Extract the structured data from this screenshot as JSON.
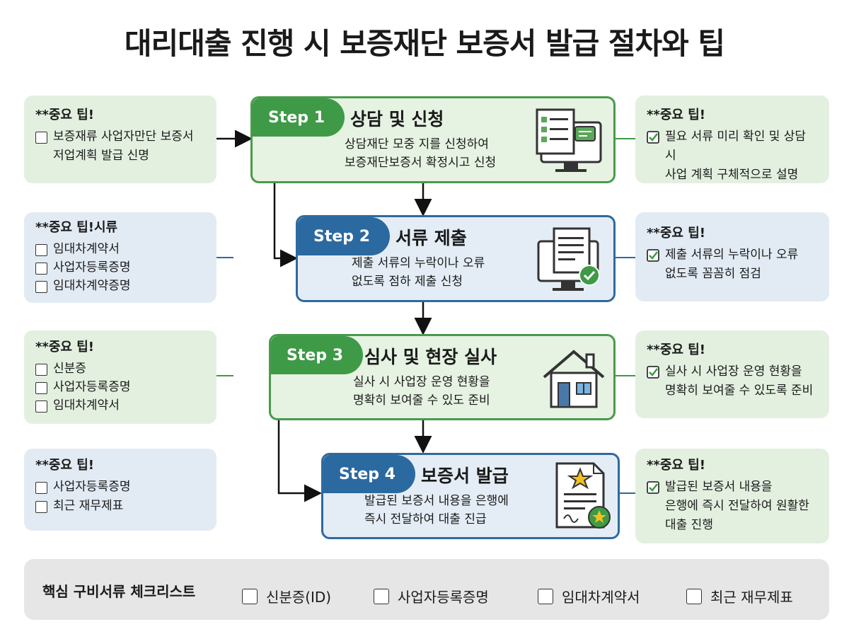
{
  "title": "대리대출 진행 시 보증재단 보증서 발급 절차와 팁",
  "colors": {
    "green_accent": "#3e9a46",
    "blue_accent": "#2b6aa0",
    "green_bg": "#e3f0e0",
    "blue_bg": "#e2ebf4"
  },
  "left_tips": [
    {
      "head": "**중요 팁!",
      "items": [
        "보증재류 사업자만단 보증서",
        "저업계획 발급 신명"
      ]
    },
    {
      "head": "**중요 팁!시류",
      "items": [
        "임대차계약서",
        "사업자등록증명",
        "임대차계약증명"
      ]
    },
    {
      "head": "**중요 팁!",
      "items": [
        "신분증",
        "사업자등록증명",
        "임대차계약서"
      ]
    },
    {
      "head": "**중요 팁!",
      "items": [
        "사업자등록증명",
        "최근 재무제표"
      ]
    }
  ],
  "steps": [
    {
      "badge": "Step 1",
      "title": "상담 및 신청",
      "desc1": "상담재단 모중 지를 신청하여",
      "desc2": "보증재단보증서 확정시고 신청",
      "icon": "computer-form-icon"
    },
    {
      "badge": "Step 2",
      "title": "서류 제출",
      "desc1": "제출 서류의 누락이나 오류",
      "desc2": "없도록 점하 제출 신청",
      "icon": "monitor-document-check-icon"
    },
    {
      "badge": "Step 3",
      "title": "심사 및 현장 실사",
      "desc1": "실사 시 사업장 운영 현황을",
      "desc2": "명확히 보여줄 수 있도 준비",
      "icon": "house-icon"
    },
    {
      "badge": "Step 4",
      "title": "보증서 발급",
      "desc1": "발급된 보증서 내용을 은행에",
      "desc2": "즉시 전달하여 대출 진급",
      "icon": "certificate-icon"
    }
  ],
  "right_tips": [
    {
      "head": "**중요 팁!",
      "line1": "필요 서류 미리 확인 및 상담 시",
      "line2": "사업 계획 구체적으로 설명"
    },
    {
      "head": "**중요 팁!",
      "line1": "제출 서류의 누락이나 오류",
      "line2": "없도록 꼼꼼히 점검"
    },
    {
      "head": "**중요 팁!",
      "line1": "실사 시 사업장 운영 현황을",
      "line2": "명확히 보여줄 수 있도록 준비"
    },
    {
      "head": "**중요 팁!",
      "line1": "발급된 보증서 내용을",
      "line2": "은행에 즉시 전달하여 원활한",
      "line3": "대출 진행"
    }
  ],
  "checklist": {
    "title": "핵심 구비서류 체크리스트",
    "items": [
      "신분증(ID)",
      "사업자등록증명",
      "임대차계약서",
      "최근 재무제표"
    ]
  }
}
